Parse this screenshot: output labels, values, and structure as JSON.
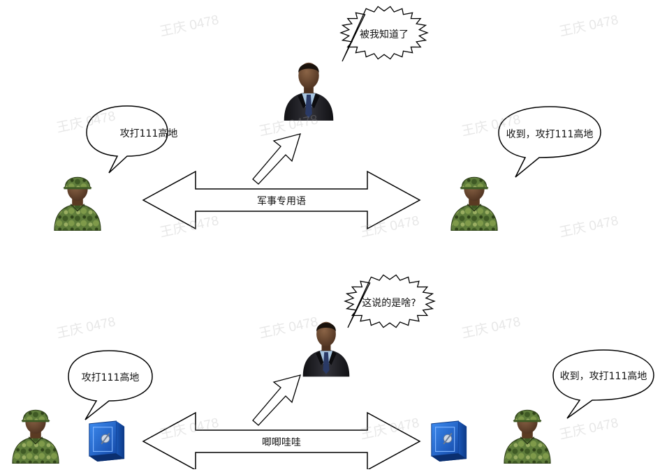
{
  "watermark": "王庆 0478",
  "top": {
    "left_bubble": "攻打111高地",
    "right_bubble": "收到，攻打111高地",
    "eavesdropper_bubble": "被我知道了",
    "arrow_label": "军事专用语"
  },
  "bottom": {
    "left_bubble": "攻打111高地",
    "right_bubble": "收到，攻打111高地",
    "eavesdropper_bubble": "这说的是啥?",
    "arrow_label": "唧唧哇哇"
  },
  "colors": {
    "soldier_camo_base": "#5f7d3b",
    "soldier_skin": "#6b4a30",
    "suit": "#1e1e24",
    "shirt": "#a9c6e0",
    "tie": "#2a3a66",
    "safe_blue": "#1f63c8"
  },
  "icons": [
    "soldier-icon",
    "businessman-icon",
    "safe-icon"
  ]
}
